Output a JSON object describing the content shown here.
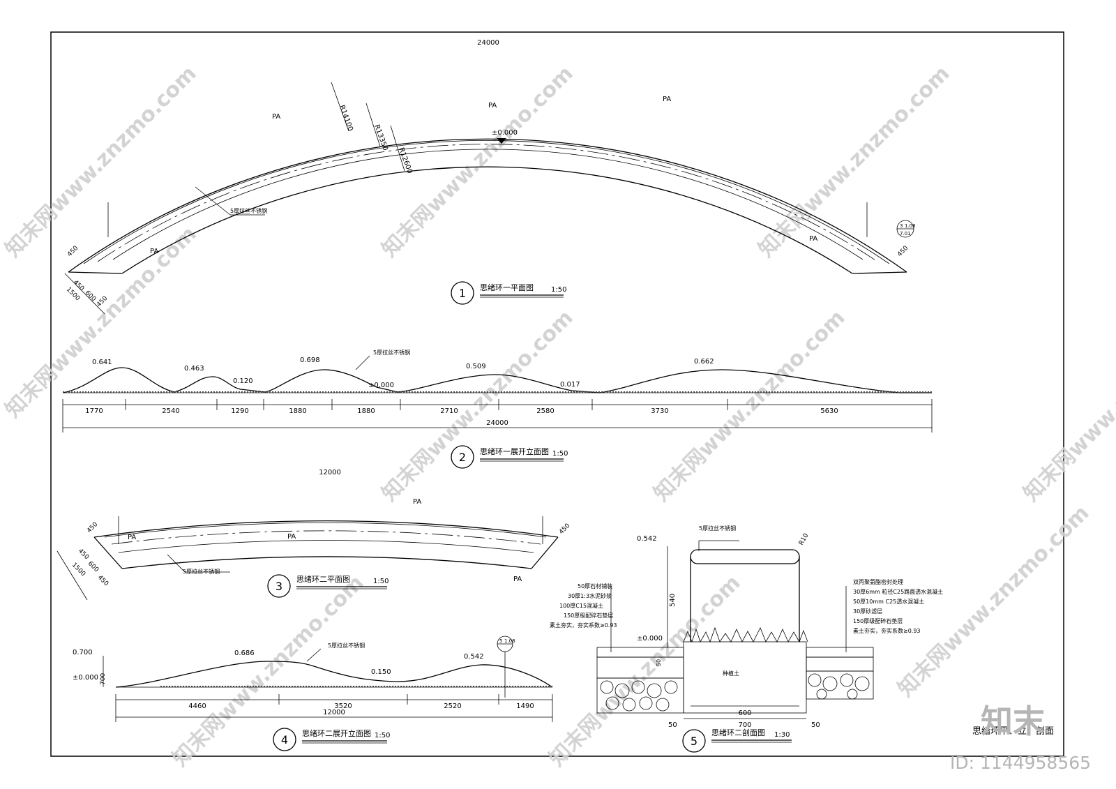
{
  "drawing": {
    "plan1": {
      "title": "思绪环一平面图",
      "scale": "1:50",
      "number": "1",
      "span": "24000",
      "radii": [
        "R14100",
        "R13350",
        "R12600"
      ],
      "elevation": "±0.000",
      "material_pa": "PA",
      "steel_label": "5厚拉丝不锈钢",
      "width_dims": [
        "450",
        "600",
        "450"
      ],
      "total_width": "1500",
      "end_dim": "450",
      "section_tag_top": "3",
      "section_tag_sheet": "1.08",
      "section_tag_bottom": "7.01"
    },
    "elev2": {
      "title": "思绪环一展开立面图",
      "scale": "1:50",
      "number": "2",
      "levels": [
        "0.641",
        "0.463",
        "0.120",
        "0.698",
        "±0.000",
        "0.509",
        "0.017",
        "0.662"
      ],
      "steel_label": "5厚拉丝不锈钢",
      "segments": [
        "1770",
        "2540",
        "1290",
        "1880",
        "1880",
        "2710",
        "2580",
        "3730",
        "5630"
      ],
      "total": "24000"
    },
    "plan3": {
      "title": "思绪环二平面图",
      "scale": "1:50",
      "number": "3",
      "span": "12000",
      "material_pa": "PA",
      "steel_label": "5厚拉丝不锈钢",
      "width_dims": [
        "450",
        "600",
        "450"
      ],
      "total_width": "1500",
      "end_dim": "450"
    },
    "elev4": {
      "title": "思绪环二展开立面图",
      "scale": "1:50",
      "number": "4",
      "levels": [
        "0.700",
        "±0.000",
        "0.686",
        "0.150",
        "0.542"
      ],
      "height_dim": "700",
      "steel_label": "5厚拉丝不锈钢",
      "segments": [
        "4460",
        "3520",
        "2520",
        "1490"
      ],
      "total": "12000",
      "section_tag_top": "5",
      "section_tag_sheet": "1.08"
    },
    "section5": {
      "title": "思绪环二剖面图",
      "scale": "1:30",
      "number": "5",
      "steel_label": "5厚拉丝不锈钢",
      "radius": "R10",
      "top_level": "0.542",
      "ground_level": "±0.000",
      "height_dim": "540",
      "left_layers": [
        "50厚石材铺装",
        "30厚1:3水泥砂浆",
        "100厚C15混凝土",
        "150厚级配碎石垫层",
        "素土夯实，夯实系数≥0.93"
      ],
      "right_layers": [
        "双丙聚氨酯密封处理",
        "30厚6mm 粒径C25路面透水混凝土",
        "50厚10mm C25透水混凝土",
        "30厚砂滤层",
        "150厚级配碎石垫层",
        "素土夯实，夯实系数≥0.93"
      ],
      "soil_label": "种植土",
      "dims": [
        "600",
        "700",
        "50",
        "50",
        "50"
      ]
    },
    "sheet_title": "思绪环平、立、剖面",
    "brand": "知末",
    "id_text": "ID: 1144958565",
    "watermark": "知末网www.znzmo.com"
  },
  "colors": {
    "line": "#000000",
    "watermark": "#cfcfcf",
    "brand": "#b5b5b5"
  }
}
